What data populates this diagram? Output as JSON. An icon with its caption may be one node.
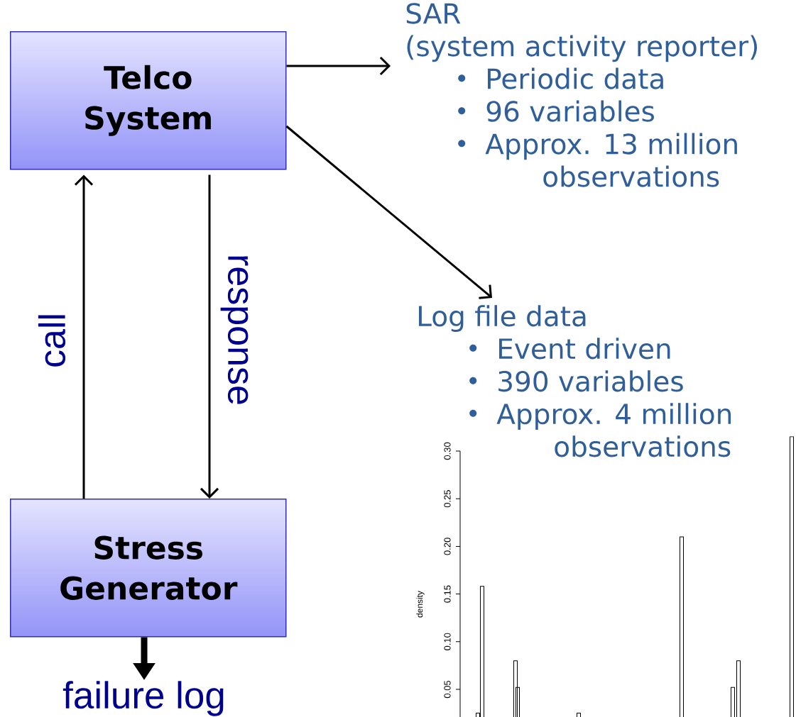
{
  "diagram": {
    "nodes": [
      {
        "text": [
          "Telco System"
        ]
      },
      {
        "text": [
          "Stress Generator"
        ]
      },
      {
        "text": [
          "SAR",
          "(system activity reporter)",
          "Periodic data",
          "96 variables",
          "Approx. 13 million observations"
        ]
      },
      {
        "text": [
          "Log file data",
          "Event driven",
          "390 variables",
          "Approx. 4 million observations"
        ]
      },
      {
        "text": [
          "failure log"
        ]
      }
    ],
    "edges": [
      {
        "from": 0,
        "to": 2,
        "arrow": "to"
      },
      {
        "from": 0,
        "to": 3,
        "arrow": "to"
      },
      {
        "from": 1,
        "to": 0,
        "arrow": "to",
        "label": "call"
      },
      {
        "from": 0,
        "to": 1,
        "arrow": "to",
        "label": "response"
      },
      {
        "from": 1,
        "to": 4,
        "arrow": "to",
        "style": "thick"
      }
    ],
    "labels": [
      "0.30",
      "0.25",
      "0.20",
      "0.15",
      "density",
      "0.10",
      "0.05"
    ]
  }
}
